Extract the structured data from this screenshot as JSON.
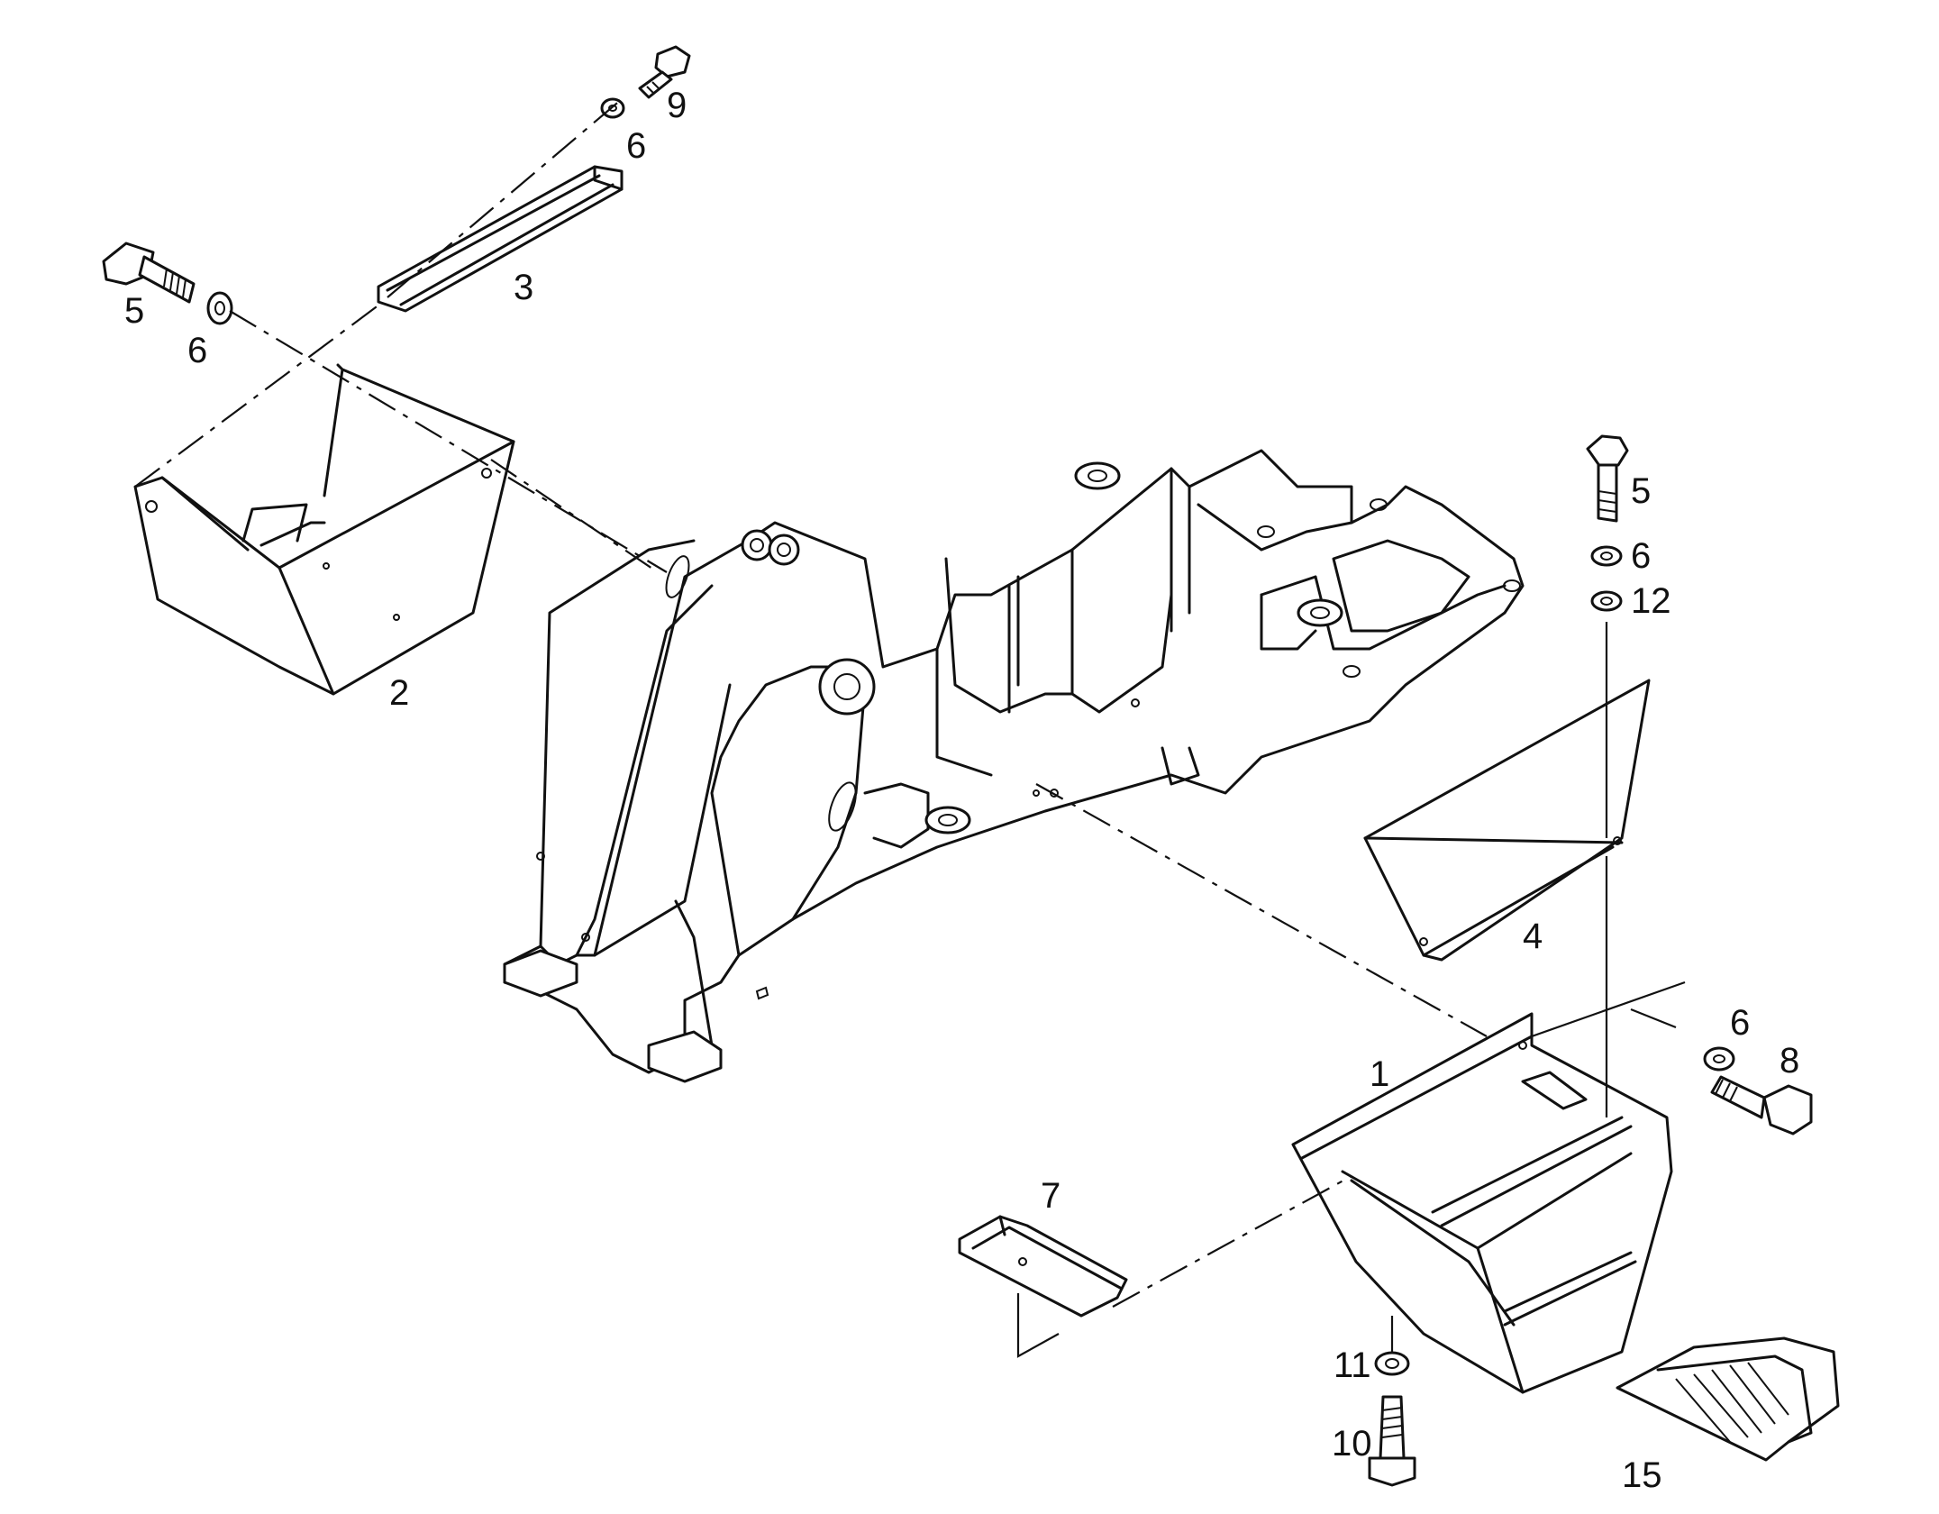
{
  "callouts": {
    "c1": "1",
    "c2": "2",
    "c3": "3",
    "c4": "4",
    "c5a": "5",
    "c5b": "5",
    "c6a": "6",
    "c6b": "6",
    "c6c": "6",
    "c6d": "6",
    "c7": "7",
    "c8": "8",
    "c9": "9",
    "c10": "10",
    "c11": "11",
    "c12": "12",
    "c15": "15"
  },
  "colors": {
    "line": "#111111",
    "background": "#ffffff"
  }
}
